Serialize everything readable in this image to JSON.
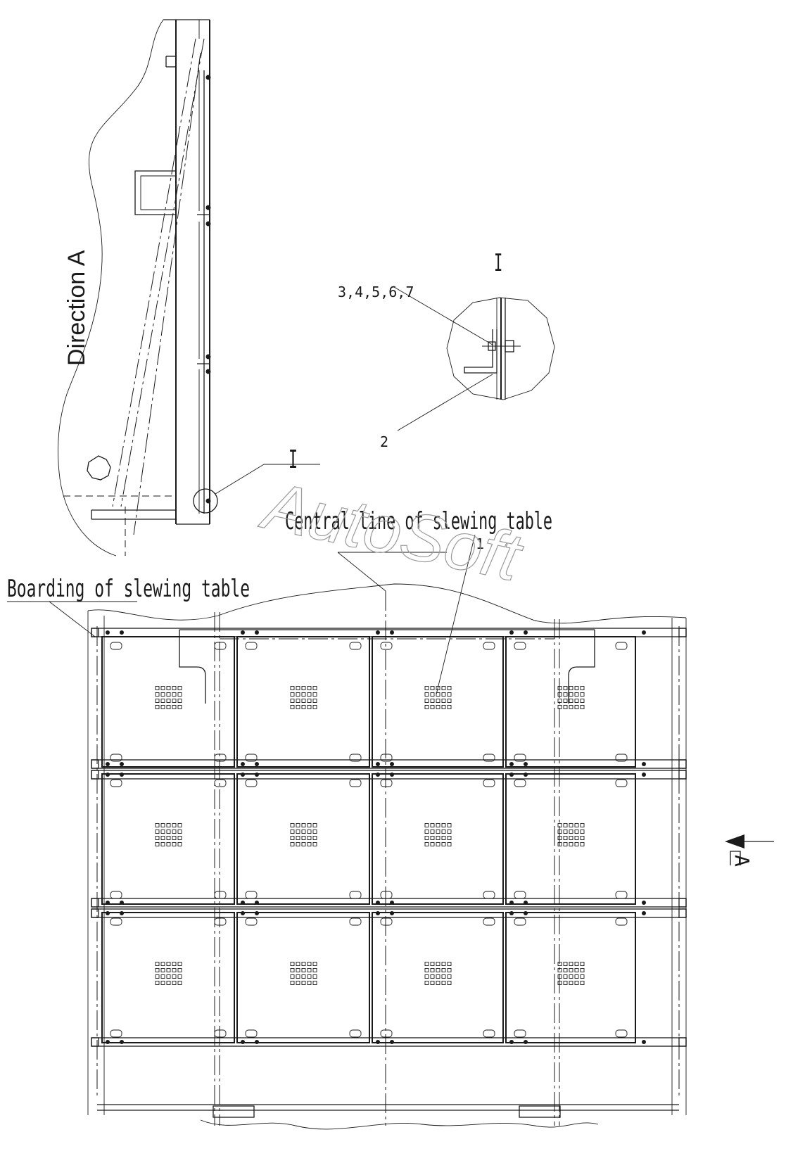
{
  "labels": {
    "direction": "Direction A",
    "detail_mark_main": "I",
    "detail_title": "I",
    "detail_callout_parts": "3,4,5,6,7",
    "detail_callout_part2": "2",
    "central_line": "Central line of slewing table",
    "part1": "1",
    "boarding": "Boarding of slewing table",
    "view_arrow": "A"
  },
  "watermark": "AutoSoft",
  "plate_grid": {
    "rows": 3,
    "columns": 4
  },
  "colors": {
    "line": "#1a1a1a",
    "watermark": "#9a9a9a",
    "direction_text": "#8a8a8a"
  }
}
